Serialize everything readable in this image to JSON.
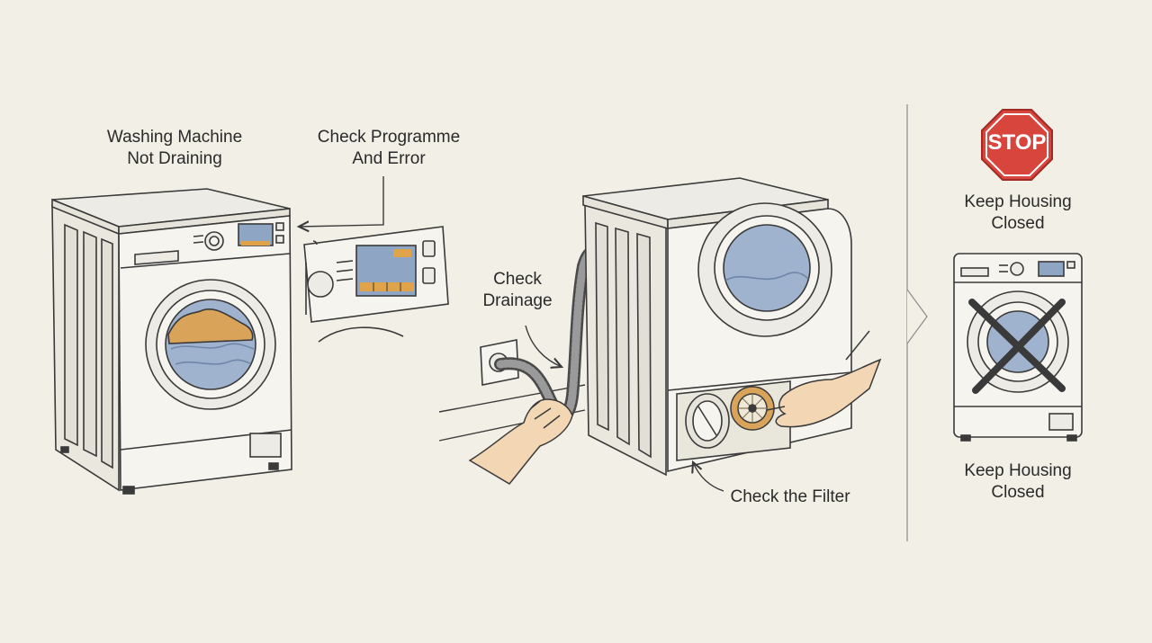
{
  "labels": {
    "not_draining": "Washing Machine\nNot Draining",
    "check_programme": "Check Programme\nAnd Error",
    "check_drainage": "Check\nDrainage",
    "check_filter": "Check the Filter",
    "keep_closed_top": "Keep Housing\nClosed",
    "keep_closed_bottom": "Keep Housing\nClosed"
  },
  "stop_sign": {
    "text": "STOP",
    "color": "#d8453d"
  },
  "colors": {
    "background": "#f2efe6",
    "line": "#3a3a3a",
    "laundry": "#d9a35a",
    "water": "#9fb3cf",
    "display": "#8fa5c4",
    "display_buttons": "#e0a34a",
    "skin": "#f3d6b4",
    "cross": "#3a3a3a"
  },
  "icons": [
    "washing-machine-icon",
    "control-panel-icon",
    "wall-socket-icon",
    "drain-hose-icon",
    "hand-icon",
    "drain-filter-icon",
    "stop-sign-icon",
    "cross-icon",
    "arrow-icon"
  ]
}
